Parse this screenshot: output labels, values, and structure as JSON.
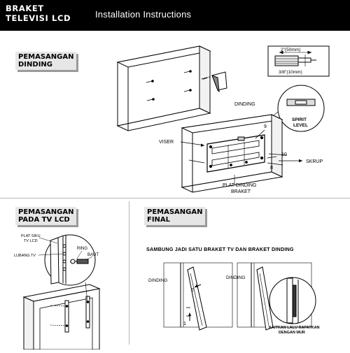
{
  "header": {
    "brand_line1": "BRAKET",
    "brand_line2": "TELEVISI LCD",
    "subtitle": "Installation Instructions"
  },
  "sections": {
    "wall": {
      "line1": "PEMASANGAN",
      "line2": "DINDING"
    },
    "tv": {
      "line1": "PEMASANGAN",
      "line2": "PADA TV LCD"
    },
    "final": {
      "line1": "PEMASANGAN",
      "line2": "FINAL"
    }
  },
  "wall_labels": {
    "dim_top": "2\"(50mm)",
    "dim_bottom": "3/8\"(10mm)",
    "dinding": "DINDING",
    "spirit_level_1": "SPIRIT",
    "spirit_level_2": "LEVEL",
    "viser": "VISER",
    "num_9": "9",
    "num_10": "10",
    "num_8": "8",
    "skrup": "SKRUP",
    "plat_1": "PLAT DINDING",
    "plat_2": "BRAKET"
  },
  "tv_labels": {
    "plat_siku_1": "PLAT SIKU",
    "plat_siku_2": "TV LCD",
    "lubang_tv": "LUBANG TV",
    "ring": "RING",
    "baut": "BAUT"
  },
  "final_labels": {
    "instruction": "SAMBUNG JADI SATU BRAKET TV DAN BRAKET DINDING",
    "dinding_left": "DINDING",
    "dinding_right": "DINDING",
    "num_1": "1",
    "num_2": "2",
    "kaitkan_1": "KAITKAN LALU RAPATKAN",
    "kaitkan_2": "DENGAN MUR"
  }
}
